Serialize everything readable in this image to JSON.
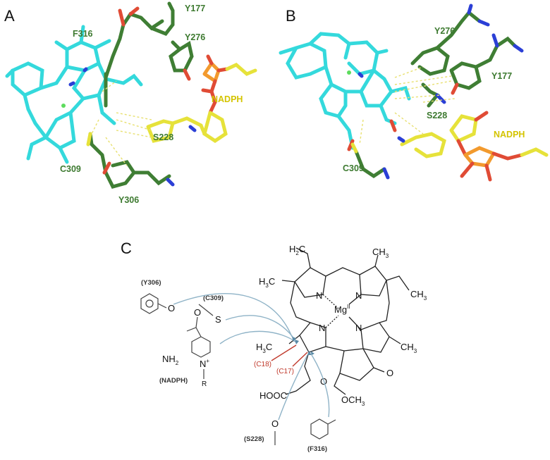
{
  "panels": {
    "a": {
      "letter": "A",
      "residues": {
        "f316": "F316",
        "y177": "Y177",
        "y276": "Y276",
        "nadph": "NADPH",
        "s228": "S228",
        "c309": "C309",
        "y306": "Y306"
      }
    },
    "b": {
      "letter": "B",
      "residues": {
        "y276": "Y276",
        "y177": "Y177",
        "s228": "S228",
        "nadph": "NADPH",
        "c309": "C309"
      }
    },
    "c": {
      "letter": "C",
      "ligands": {
        "y306": "(Y306)",
        "c309": "(C309)",
        "nadph": "(NADPH)",
        "s228": "(S228)",
        "f316": "(F316)"
      },
      "atoms": {
        "o_y306": "O",
        "s_c309": "S",
        "nh2": "NH",
        "nh2_sub": "2",
        "o_amide": "O",
        "n_plus": "N",
        "plus": "+",
        "r": "R",
        "o_s228": "O",
        "h2c": "H",
        "h2c_sub": "2",
        "h2c_c": "C",
        "ch3_top": "CH",
        "ch3_top_sub": "3",
        "h3c_left": "H",
        "h3c_left_sub": "3",
        "h3c_left_c": "C",
        "ch3_right": "CH",
        "ch3_right_sub": "3",
        "h3c_c18": "H",
        "h3c_c18_sub": "3",
        "h3c_c18_c": "C",
        "ch3_lower": "CH",
        "ch3_lower_sub": "3",
        "mg": "Mg",
        "mg_sup": "II",
        "n_tl": "N",
        "n_tr": "N",
        "n_bl": "N",
        "n_br": "N",
        "cooh": "HOOC",
        "ket_o": "O",
        "ester_o": "O",
        "ester_och3": "OCH",
        "ester_och3_sub": "3"
      },
      "positions": {
        "c18": "(C18)",
        "c17": "(C17)"
      }
    }
  },
  "colors": {
    "cyan": "#34d9dc",
    "green": "#3f7e34",
    "yellow": "#e6e23a",
    "red": "#e04b35",
    "hbond": "#e8e070",
    "arrow_blue": "#8fb3c7",
    "arrow_red": "#c0392b"
  }
}
